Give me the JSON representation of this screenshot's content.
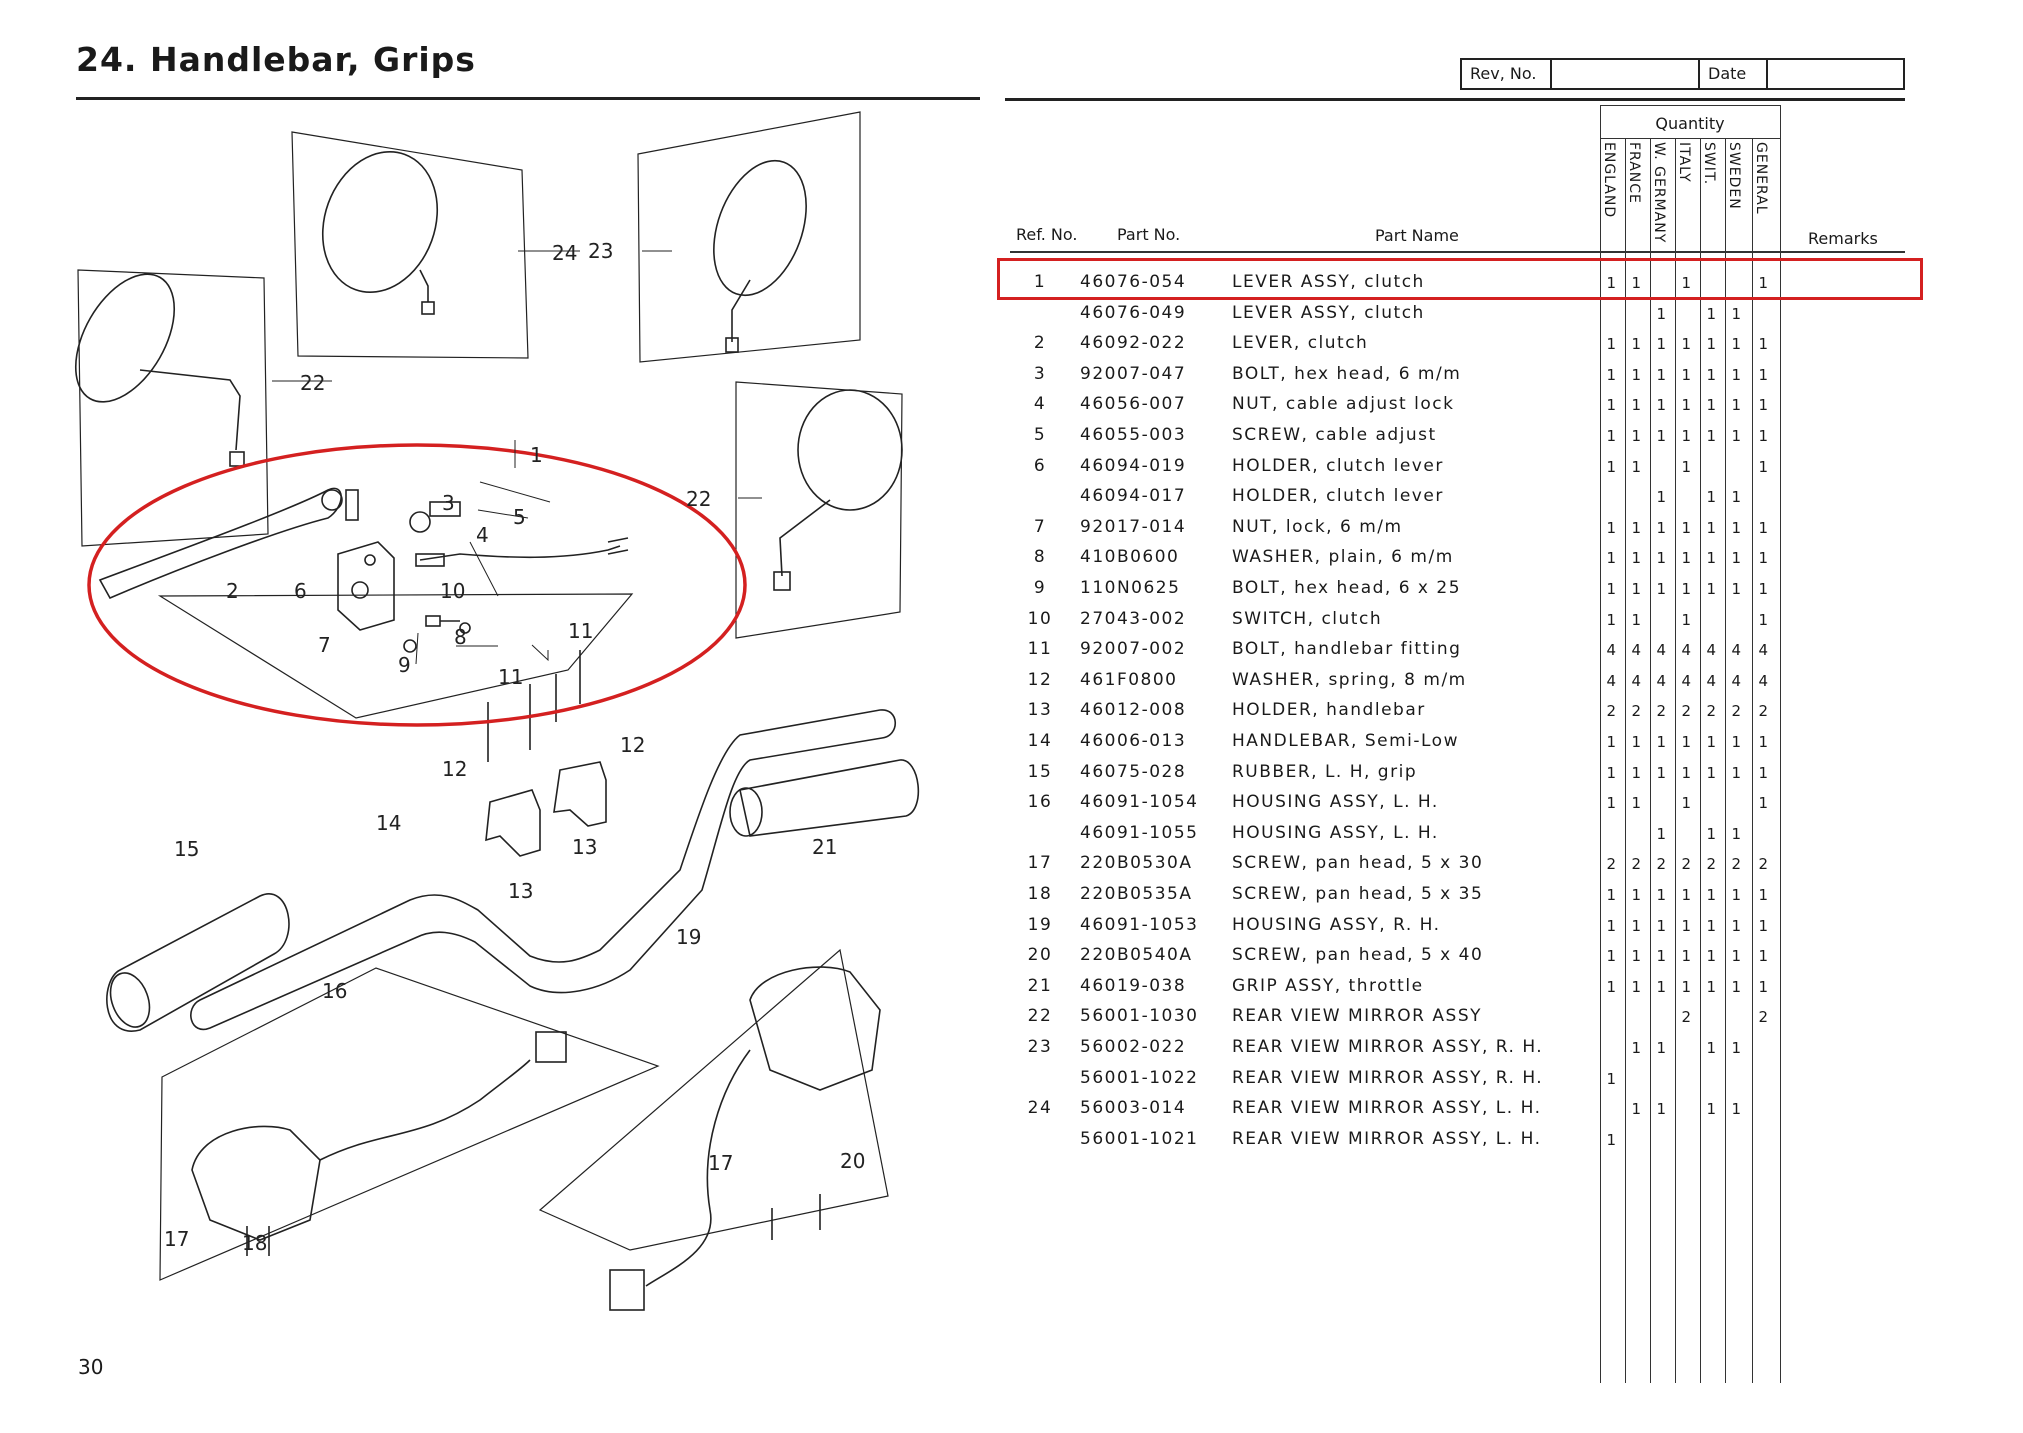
{
  "page": {
    "title": "24.  Handlebar,  Grips",
    "page_number": "30",
    "rev_label": "Rev,  No.",
    "date_label": "Date"
  },
  "table": {
    "headers": {
      "ref": "Ref. No.",
      "part": "Part No.",
      "name": "Part  Name",
      "remarks": "Remarks",
      "quantity": "Quantity"
    },
    "countries": [
      "ENGLAND",
      "FRANCE",
      "W. GERMANY",
      "ITALY",
      "SWIT.",
      "SWEDEN",
      "GENERAL"
    ],
    "rows": [
      {
        "ref": "1",
        "part": "46076-054",
        "name": "LEVER  ASSY,  clutch",
        "q": [
          "1",
          "1",
          "",
          "1",
          "",
          "",
          "1"
        ]
      },
      {
        "ref": "",
        "part": "46076-049",
        "name": "LEVER  ASSY,  clutch",
        "q": [
          "",
          "",
          "1",
          "",
          "1",
          "1",
          ""
        ]
      },
      {
        "ref": "2",
        "part": "46092-022",
        "name": "LEVER,  clutch",
        "q": [
          "1",
          "1",
          "1",
          "1",
          "1",
          "1",
          "1"
        ]
      },
      {
        "ref": "3",
        "part": "92007-047",
        "name": "BOLT,  hex  head,  6 m/m",
        "q": [
          "1",
          "1",
          "1",
          "1",
          "1",
          "1",
          "1"
        ]
      },
      {
        "ref": "4",
        "part": "46056-007",
        "name": "NUT,  cable  adjust  lock",
        "q": [
          "1",
          "1",
          "1",
          "1",
          "1",
          "1",
          "1"
        ]
      },
      {
        "ref": "5",
        "part": "46055-003",
        "name": "SCREW,  cable  adjust",
        "q": [
          "1",
          "1",
          "1",
          "1",
          "1",
          "1",
          "1"
        ]
      },
      {
        "ref": "6",
        "part": "46094-019",
        "name": "HOLDER,  clutch  lever",
        "q": [
          "1",
          "1",
          "",
          "1",
          "",
          "",
          "1"
        ]
      },
      {
        "ref": "",
        "part": "46094-017",
        "name": "HOLDER,  clutch  lever",
        "q": [
          "",
          "",
          "1",
          "",
          "1",
          "1",
          ""
        ]
      },
      {
        "ref": "7",
        "part": "92017-014",
        "name": "NUT,  lock,  6 m/m",
        "q": [
          "1",
          "1",
          "1",
          "1",
          "1",
          "1",
          "1"
        ]
      },
      {
        "ref": "8",
        "part": "410B0600",
        "name": "WASHER,  plain,  6 m/m",
        "q": [
          "1",
          "1",
          "1",
          "1",
          "1",
          "1",
          "1"
        ]
      },
      {
        "ref": "9",
        "part": "110N0625",
        "name": "BOLT,  hex  head,  6 x 25",
        "q": [
          "1",
          "1",
          "1",
          "1",
          "1",
          "1",
          "1"
        ]
      },
      {
        "ref": "10",
        "part": "27043-002",
        "name": "SWITCH,  clutch",
        "q": [
          "1",
          "1",
          "",
          "1",
          "",
          "",
          "1"
        ]
      },
      {
        "ref": "11",
        "part": "92007-002",
        "name": "BOLT,  handlebar  fitting",
        "q": [
          "4",
          "4",
          "4",
          "4",
          "4",
          "4",
          "4"
        ]
      },
      {
        "ref": "12",
        "part": "461F0800",
        "name": "WASHER,  spring,  8 m/m",
        "q": [
          "4",
          "4",
          "4",
          "4",
          "4",
          "4",
          "4"
        ]
      },
      {
        "ref": "13",
        "part": "46012-008",
        "name": "HOLDER,  handlebar",
        "q": [
          "2",
          "2",
          "2",
          "2",
          "2",
          "2",
          "2"
        ]
      },
      {
        "ref": "14",
        "part": "46006-013",
        "name": "HANDLEBAR,  Semi-Low",
        "q": [
          "1",
          "1",
          "1",
          "1",
          "1",
          "1",
          "1"
        ]
      },
      {
        "ref": "15",
        "part": "46075-028",
        "name": "RUBBER,  L. H,  grip",
        "q": [
          "1",
          "1",
          "1",
          "1",
          "1",
          "1",
          "1"
        ]
      },
      {
        "ref": "16",
        "part": "46091-1054",
        "name": "HOUSING  ASSY,  L. H.",
        "q": [
          "1",
          "1",
          "",
          "1",
          "",
          "",
          "1"
        ]
      },
      {
        "ref": "",
        "part": "46091-1055",
        "name": "HOUSING  ASSY,  L. H.",
        "q": [
          "",
          "",
          "1",
          "",
          "1",
          "1",
          ""
        ]
      },
      {
        "ref": "17",
        "part": "220B0530A",
        "name": "SCREW,  pan  head,  5 x 30",
        "q": [
          "2",
          "2",
          "2",
          "2",
          "2",
          "2",
          "2"
        ]
      },
      {
        "ref": "18",
        "part": "220B0535A",
        "name": "SCREW,  pan  head,  5 x 35",
        "q": [
          "1",
          "1",
          "1",
          "1",
          "1",
          "1",
          "1"
        ]
      },
      {
        "ref": "19",
        "part": "46091-1053",
        "name": "HOUSING  ASSY,  R. H.",
        "q": [
          "1",
          "1",
          "1",
          "1",
          "1",
          "1",
          "1"
        ]
      },
      {
        "ref": "20",
        "part": "220B0540A",
        "name": "SCREW,  pan head,  5 x 40",
        "q": [
          "1",
          "1",
          "1",
          "1",
          "1",
          "1",
          "1"
        ]
      },
      {
        "ref": "21",
        "part": "46019-038",
        "name": "GRIP  ASSY,  throttle",
        "q": [
          "1",
          "1",
          "1",
          "1",
          "1",
          "1",
          "1"
        ]
      },
      {
        "ref": "22",
        "part": "56001-1030",
        "name": "REAR  VIEW  MIRROR  ASSY",
        "q": [
          "",
          "",
          "",
          "2",
          "",
          "",
          "2"
        ]
      },
      {
        "ref": "23",
        "part": "56002-022",
        "name": "REAR  VIEW  MIRROR  ASSY,  R. H.",
        "q": [
          "",
          "1",
          "1",
          "",
          "1",
          "1",
          ""
        ]
      },
      {
        "ref": "",
        "part": "56001-1022",
        "name": "REAR  VIEW  MIRROR  ASSY,  R. H.",
        "q": [
          "1",
          "",
          "",
          "",
          "",
          "",
          ""
        ]
      },
      {
        "ref": "24",
        "part": "56003-014",
        "name": "REAR  VIEW  MIRROR  ASSY,  L. H.",
        "q": [
          "",
          "1",
          "1",
          "",
          "1",
          "1",
          ""
        ]
      },
      {
        "ref": "",
        "part": "56001-1021",
        "name": "REAR  VIEW  MIRROR  ASSY,  L. H.",
        "q": [
          "1",
          "",
          "",
          "",
          "",
          "",
          ""
        ]
      }
    ]
  },
  "diagram_labels": [
    "1",
    "2",
    "3",
    "4",
    "5",
    "6",
    "7",
    "8",
    "9",
    "10",
    "11",
    "11",
    "12",
    "12",
    "13",
    "13",
    "14",
    "15",
    "16",
    "17",
    "17",
    "18",
    "19",
    "20",
    "21",
    "22",
    "22",
    "23",
    "24"
  ],
  "colors": {
    "highlight": "#d42020",
    "ink": "#1a1a1a"
  }
}
